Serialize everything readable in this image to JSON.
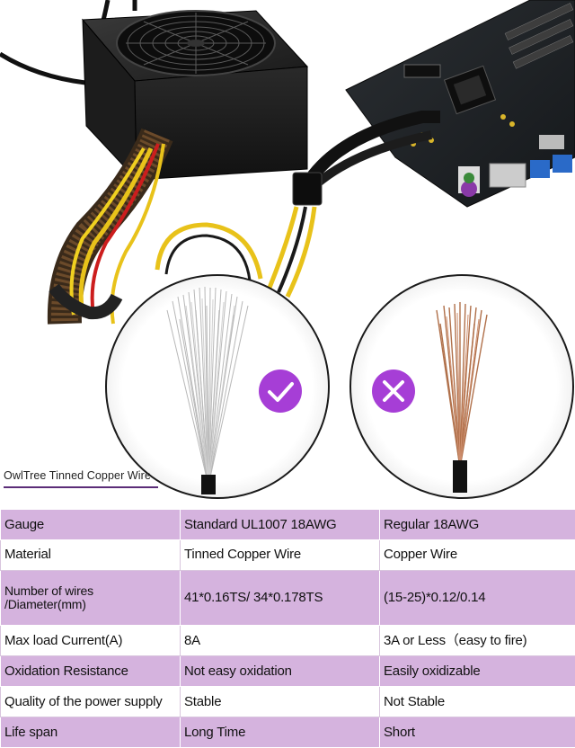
{
  "caption": "OwlTree Tinned Copper Wire",
  "icons": {
    "good": "check-icon",
    "bad": "x-icon",
    "badge_color": "#a63ed6"
  },
  "table": {
    "rows": [
      {
        "label": "Gauge",
        "tinned": "Standard UL1007 18AWG",
        "regular": "Regular 18AWG"
      },
      {
        "label": "Material",
        "tinned": "Tinned Copper Wire",
        "regular": "Copper Wire"
      },
      {
        "label": "Number of wires /Diameter(mm)",
        "tinned": "41*0.16TS/ 34*0.178TS",
        "regular": "(15-25)*0.12/0.14"
      },
      {
        "label": "Max load Current(A)",
        "tinned": "8A",
        "regular": "3A or Less（easy to fire)"
      },
      {
        "label": "Oxidation Resistance",
        "tinned": "Not easy oxidation",
        "regular": "Easily oxidizable"
      },
      {
        "label": "Quality of the power supply",
        "tinned": "Stable",
        "regular": "Not Stable"
      },
      {
        "label": "Life span",
        "tinned": "Long Time",
        "regular": "Short"
      }
    ]
  },
  "colors": {
    "row_purple": "#d5b3de",
    "caption_rule": "#5b2d78"
  }
}
